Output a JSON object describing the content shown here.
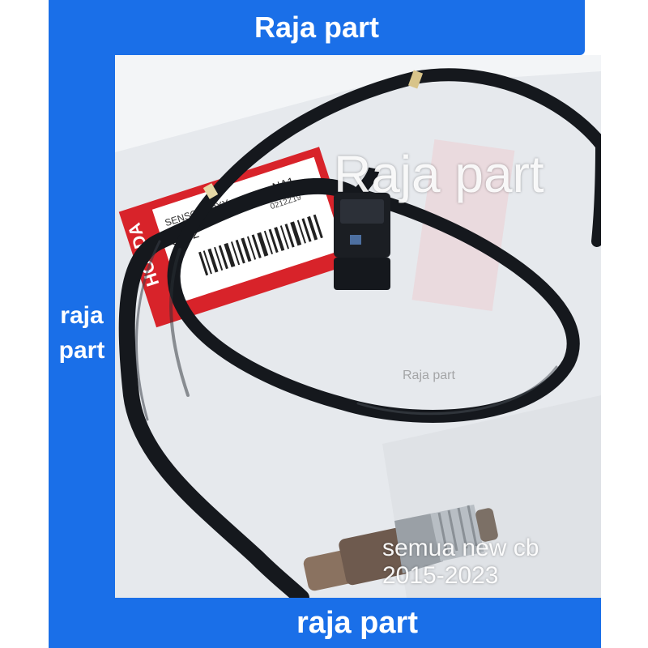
{
  "banner_top": {
    "text": "Raja part"
  },
  "banner_bottom": {
    "text": "raja part"
  },
  "side_label": {
    "line1": "raja",
    "line2": "part"
  },
  "watermarks": {
    "big": "Raja part",
    "small": "Raja part",
    "caption": "semua new cb 2015-2023"
  },
  "label": {
    "brand": "HONDA",
    "part_name": "SENSOR, OXY",
    "part_code_partial": "3652",
    "code_suffix": "NA1",
    "date_code": "0212Z19"
  },
  "colors": {
    "brand_blue": "#1a6fe8",
    "label_red": "#d8232a",
    "cable_black": "#15181d",
    "background": "#eef1f4"
  }
}
